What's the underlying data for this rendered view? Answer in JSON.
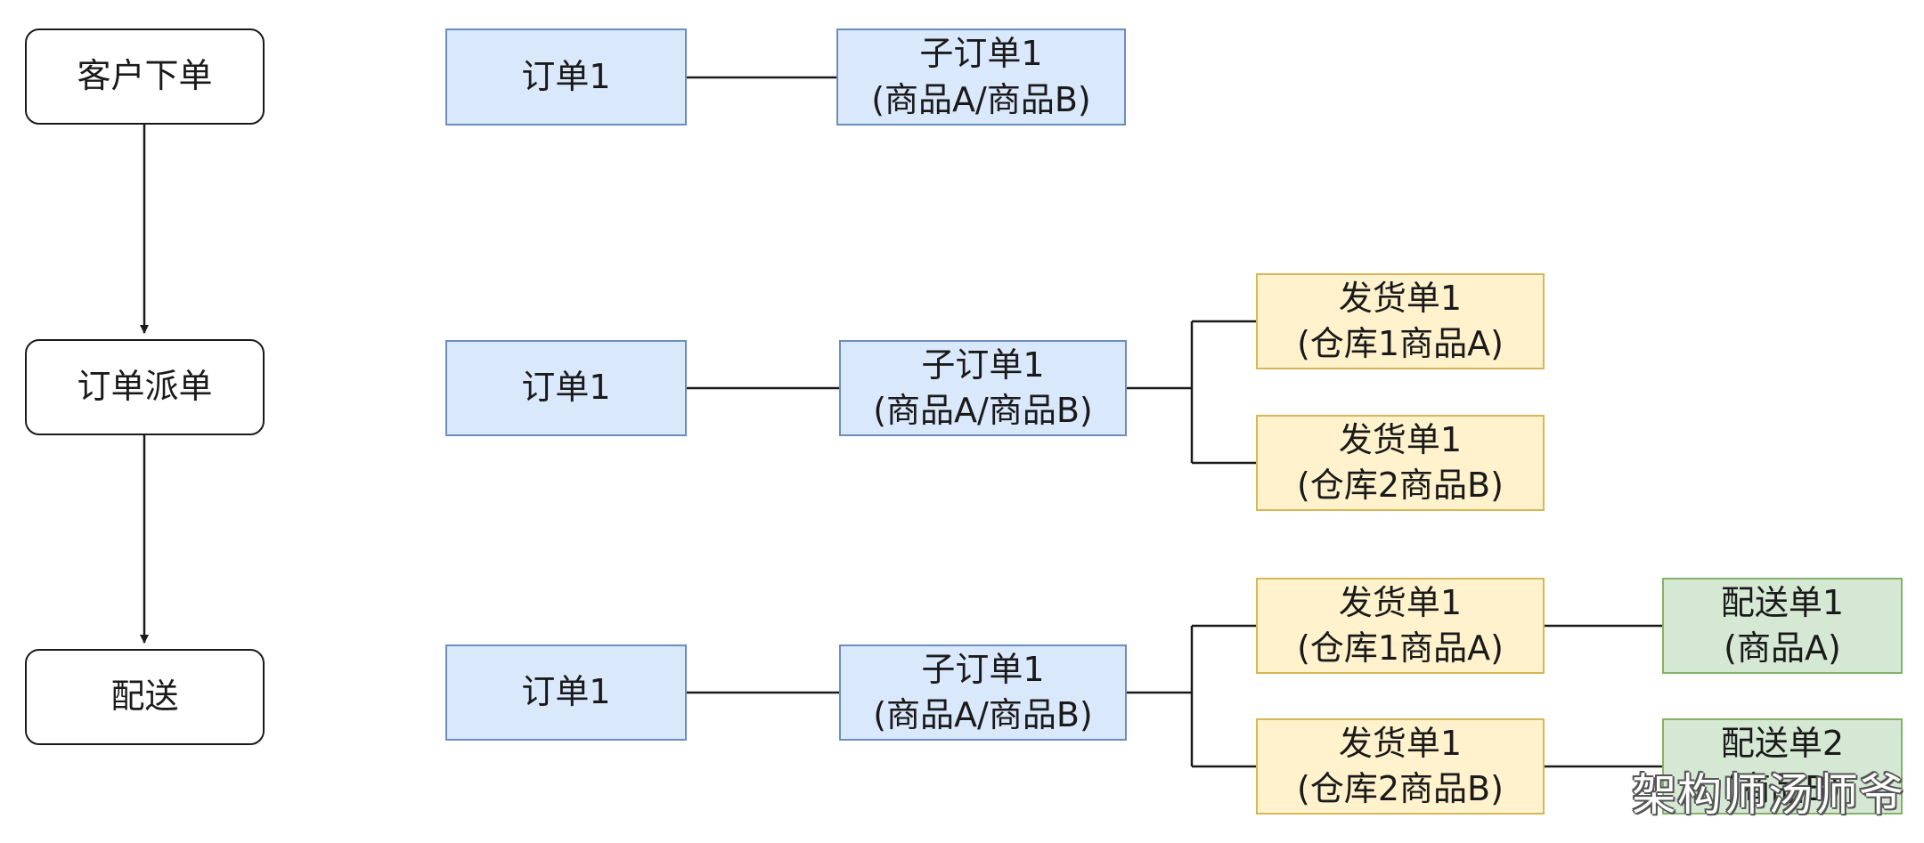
{
  "flow": {
    "steps": [
      "客户下单",
      "订单派单",
      "配送"
    ]
  },
  "row1": {
    "order": "订单1",
    "sub_order": {
      "line1": "子订单1",
      "line2": "(商品A/商品B)"
    }
  },
  "row2": {
    "order": "订单1",
    "sub_order": {
      "line1": "子订单1",
      "line2": "(商品A/商品B)"
    },
    "shipments": [
      {
        "line1": "发货单1",
        "line2": "(仓库1商品A)"
      },
      {
        "line1": "发货单1",
        "line2": "(仓库2商品B)"
      }
    ]
  },
  "row3": {
    "order": "订单1",
    "sub_order": {
      "line1": "子订单1",
      "line2": "(商品A/商品B)"
    },
    "shipments": [
      {
        "line1": "发货单1",
        "line2": "(仓库1商品A)"
      },
      {
        "line1": "发货单1",
        "line2": "(仓库2商品B)"
      }
    ],
    "deliveries": [
      {
        "line1": "配送单1",
        "line2": "(商品A)"
      },
      {
        "line1": "配送单2",
        "line2": "(商品B)"
      }
    ]
  },
  "watermark": "架构师汤师爷",
  "colors": {
    "order_fill": "#dae8fc",
    "order_border": "#6c8ebf",
    "shipment_fill": "#fff2cc",
    "shipment_border": "#d6b656",
    "delivery_fill": "#d5e8d4",
    "delivery_border": "#82b366"
  }
}
